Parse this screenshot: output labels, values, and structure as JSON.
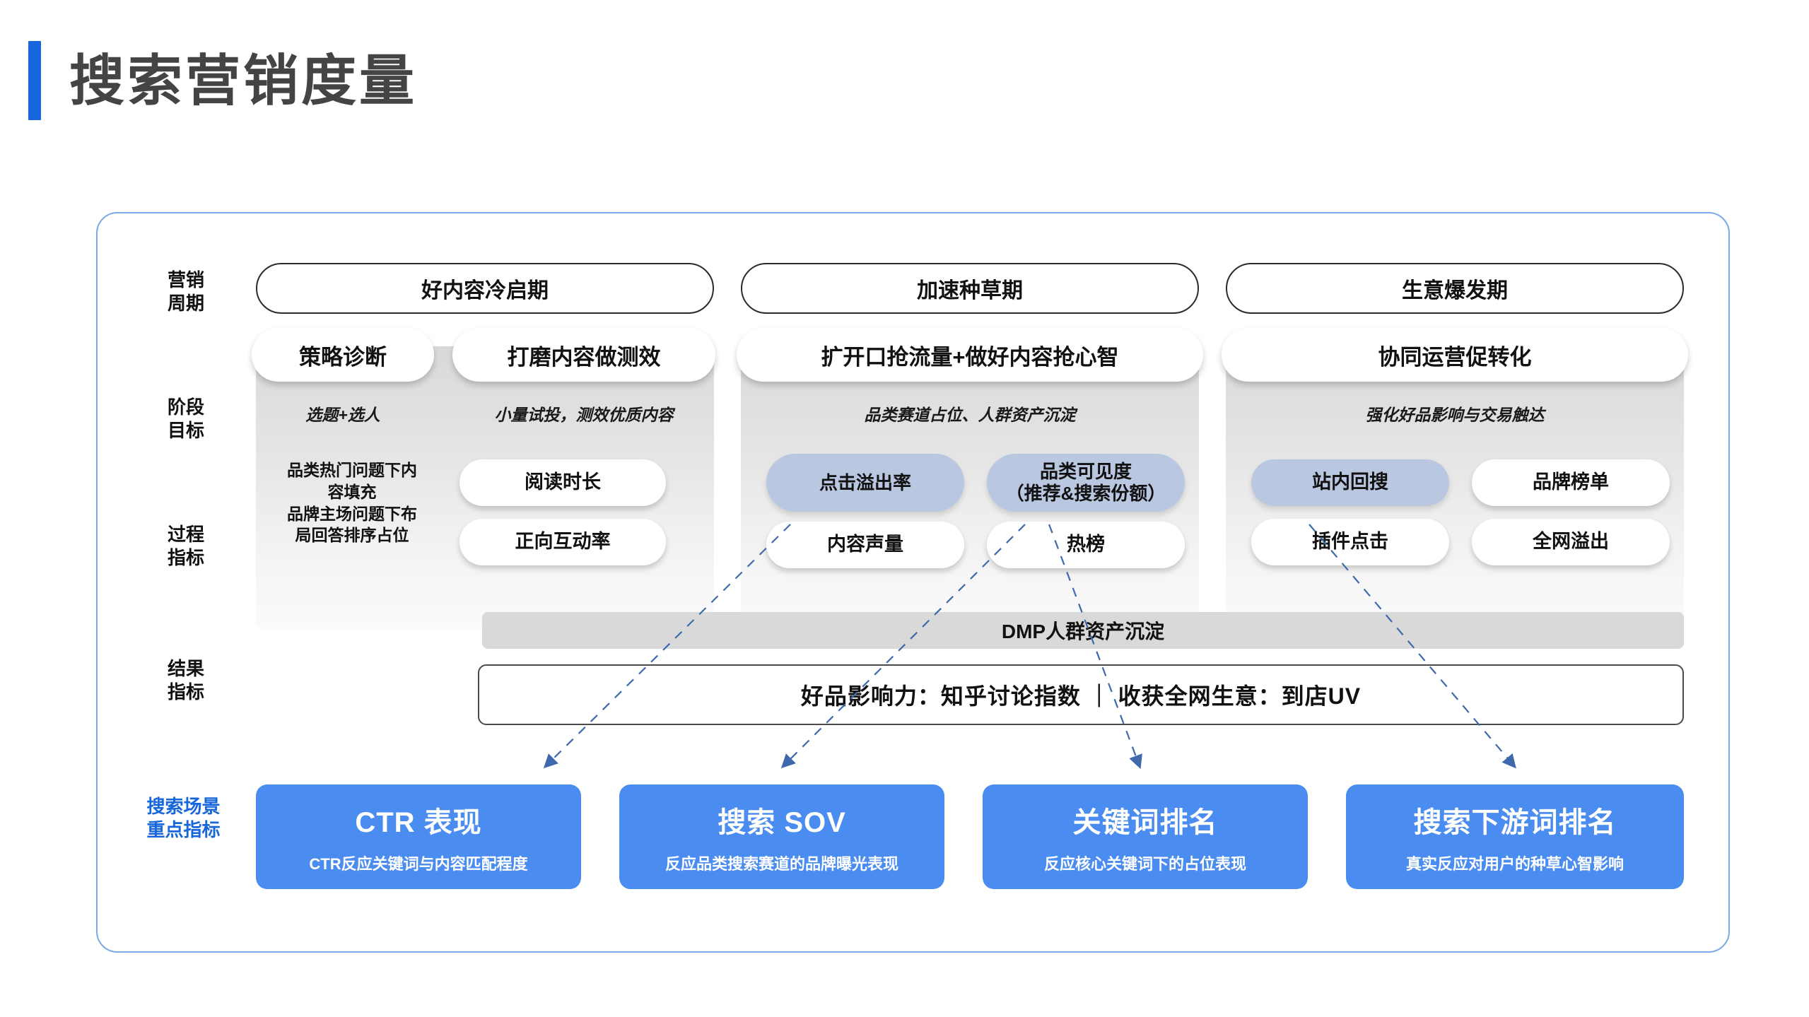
{
  "page": {
    "title": "搜索营销度量",
    "accent_color": "#1766dc",
    "card_blue": "#4a8cf0",
    "highlight_pill": "#b9c8e0"
  },
  "row_labels": {
    "cycle": "营销\n周期",
    "cycle_l1": "营销",
    "cycle_l2": "周期",
    "goal_l1": "阶段",
    "goal_l2": "目标",
    "process_l1": "过程",
    "process_l2": "指标",
    "result_l1": "结果",
    "result_l2": "指标",
    "search_l1": "搜索场景",
    "search_l2": "重点指标"
  },
  "phases": [
    {
      "pill": "好内容冷启期",
      "goals": [
        {
          "title": "策略诊断",
          "sub": "选题+选人"
        },
        {
          "title": "打磨内容做测效",
          "sub": "小量试投，测效优质内容"
        }
      ],
      "process_text_lines": [
        "品类热门问题下内",
        "容填充",
        "品牌主场问题下布",
        "局回答排序占位"
      ],
      "metrics": [
        {
          "label": "阅读时长",
          "highlight": false
        },
        {
          "label": "正向互动率",
          "highlight": false
        }
      ]
    },
    {
      "pill": "加速种草期",
      "goals": [
        {
          "title": "扩开口抢流量+做好内容抢心智",
          "sub": "品类赛道占位、人群资产沉淀"
        }
      ],
      "metrics": [
        {
          "label": "点击溢出率",
          "highlight": true
        },
        {
          "label": "品类可见度\n（推荐&搜索份额）",
          "highlight": true
        },
        {
          "label": "内容声量",
          "highlight": false
        },
        {
          "label": "热榜",
          "highlight": false
        }
      ]
    },
    {
      "pill": "生意爆发期",
      "goals": [
        {
          "title": "协同运营促转化",
          "sub": "强化好品影响与交易触达"
        }
      ],
      "metrics": [
        {
          "label": "站内回搜",
          "highlight": true
        },
        {
          "label": "品牌榜单",
          "highlight": false
        },
        {
          "label": "插件点击",
          "highlight": false
        },
        {
          "label": "全网溢出",
          "highlight": false
        }
      ]
    }
  ],
  "dmp_bar": "DMP人群资产沉淀",
  "result_bar": "好品影响力：知乎讨论指数 ｜ 收获全网生意：到店UV",
  "metric_pill_labels": {
    "read_time": "阅读时长",
    "positive_interaction": "正向互动率",
    "click_overflow": "点击溢出率",
    "category_visibility_l1": "品类可见度",
    "category_visibility_l2": "（推荐&搜索份额）",
    "content_volume": "内容声量",
    "hot_list": "热榜",
    "onsite_research": "站内回搜",
    "brand_ranking": "品牌榜单",
    "plugin_click": "插件点击",
    "network_overflow": "全网溢出"
  },
  "bottom_cards": [
    {
      "title": "CTR 表现",
      "sub": "CTR反应关键词与内容匹配程度"
    },
    {
      "title": "搜索 SOV",
      "sub": "反应品类搜索赛道的品牌曝光表现"
    },
    {
      "title": "关键词排名",
      "sub": "反应核心关键词下的占位表现"
    },
    {
      "title": "搜索下游词排名",
      "sub": "真实反应对用户的种草心智影响"
    }
  ]
}
